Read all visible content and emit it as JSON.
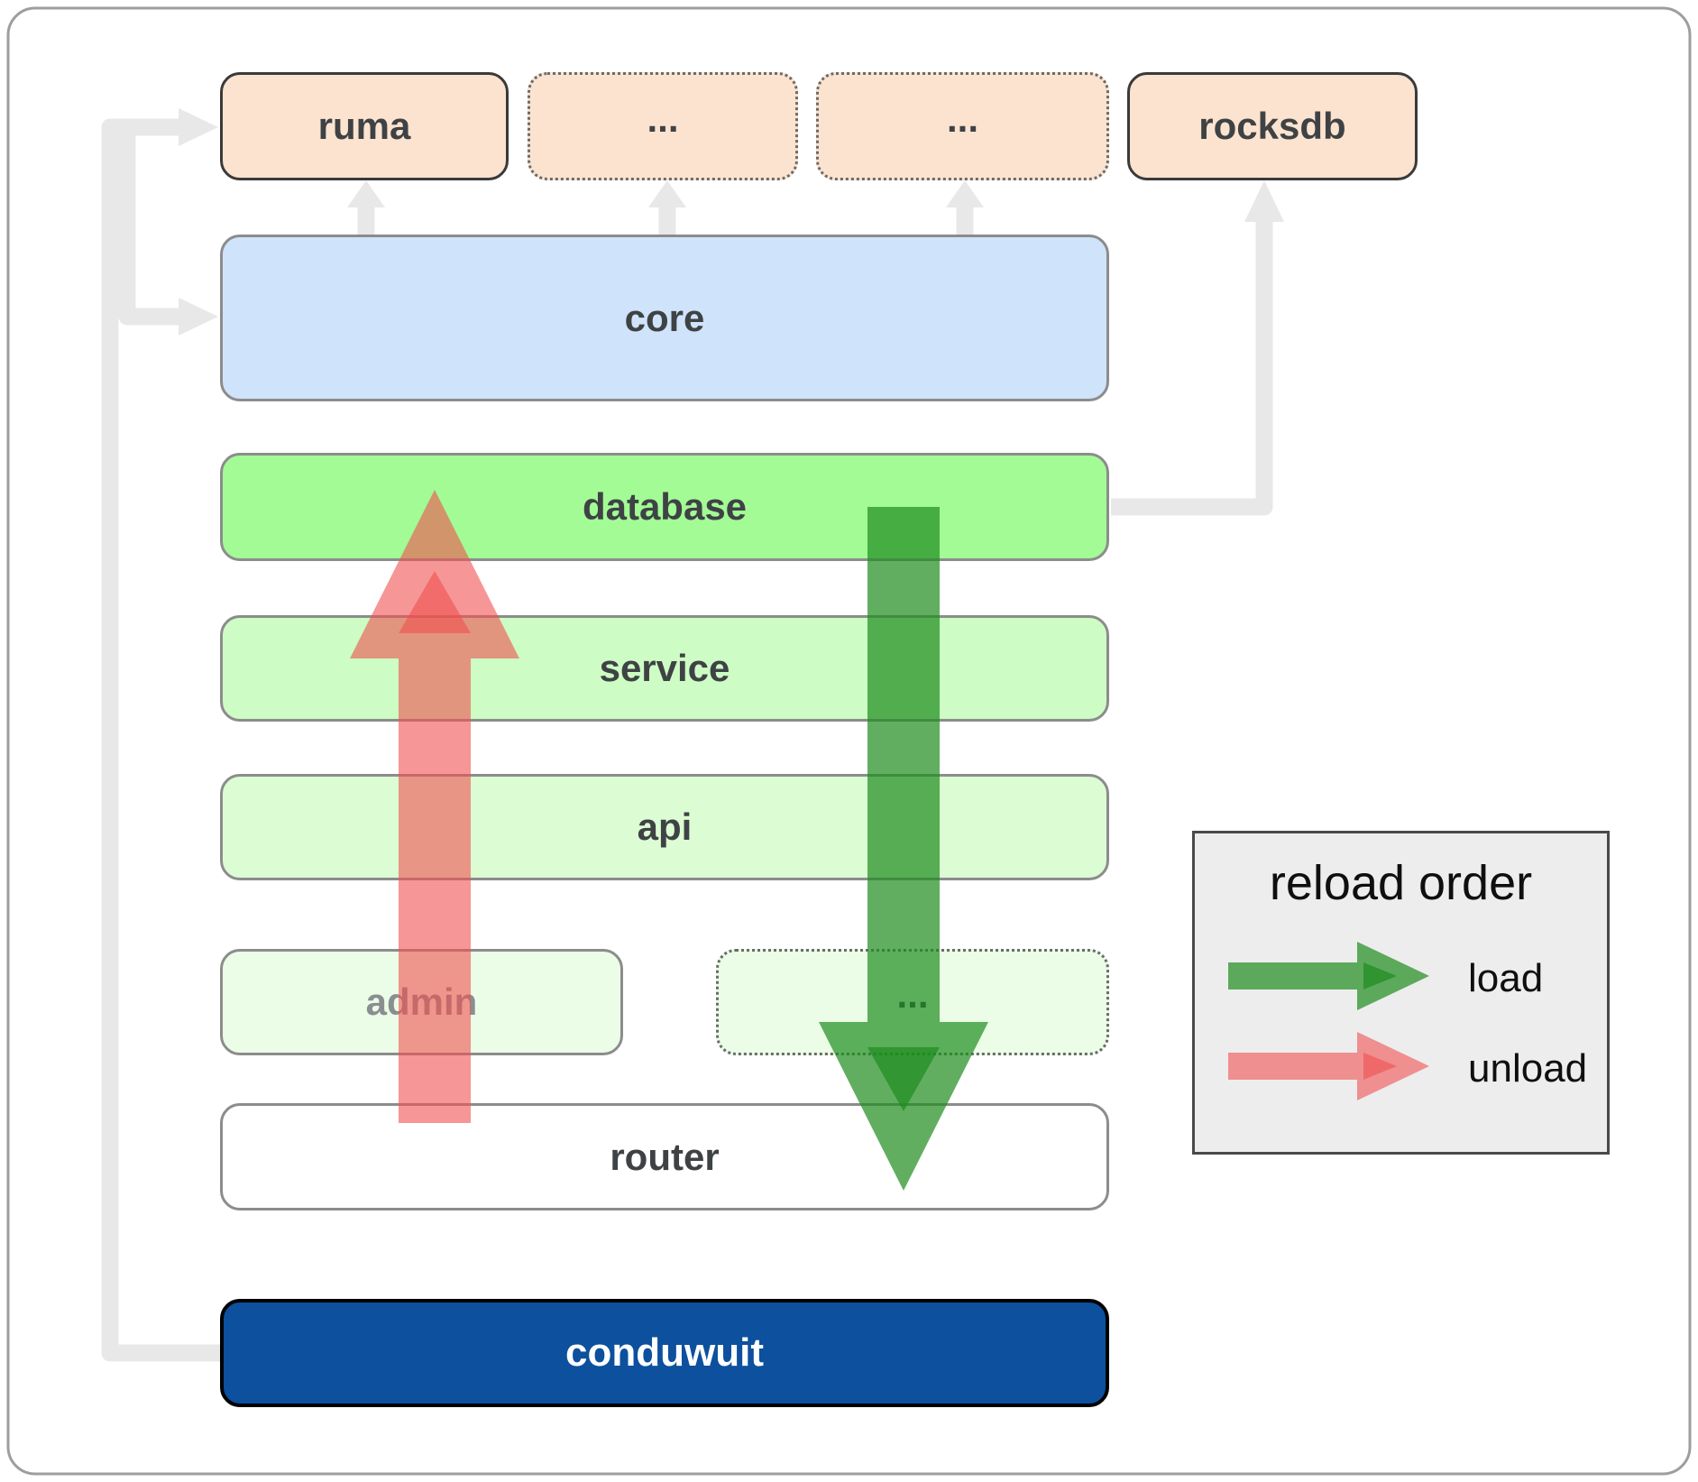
{
  "figure": {
    "background": "#ffffff",
    "border_color": "#9e9e9e",
    "connector_color": "#e8e8e8"
  },
  "boxes": [
    {
      "id": "ruma",
      "label": "ruma",
      "fill": "#fbe3cf",
      "border": "solid-dark"
    },
    {
      "id": "ellipsis-top-1",
      "label": "...",
      "fill": "#fbe3cf",
      "border": "dotted"
    },
    {
      "id": "ellipsis-top-2",
      "label": "...",
      "fill": "#fbe3cf",
      "border": "dotted"
    },
    {
      "id": "rocksdb",
      "label": "rocksdb",
      "fill": "#fbe3cf",
      "border": "solid-dark"
    },
    {
      "id": "core",
      "label": "core",
      "fill": "#cfe3fa",
      "border": "solid-gray"
    },
    {
      "id": "database",
      "label": "database",
      "fill": "#a2fb95",
      "border": "solid-gray"
    },
    {
      "id": "service",
      "label": "service",
      "fill": "#cdfcc4",
      "border": "solid-gray"
    },
    {
      "id": "api",
      "label": "api",
      "fill": "#dcfcd4",
      "border": "solid-gray"
    },
    {
      "id": "admin",
      "label": "admin",
      "fill": "#ebfde6",
      "border": "solid-gray"
    },
    {
      "id": "ellipsis-admin",
      "label": "...",
      "fill": "#ebfde6",
      "border": "dotted"
    },
    {
      "id": "router",
      "label": "router",
      "fill": "#ffffff",
      "border": "solid-gray"
    },
    {
      "id": "conduwuit",
      "label": "conduwuit",
      "fill": "#0c509e",
      "border": "solid-black",
      "text_color": "#ffffff"
    }
  ],
  "arrows": {
    "load": {
      "direction": "down",
      "from": "database",
      "to": "router",
      "color": "#1e8c1e"
    },
    "unload": {
      "direction": "up",
      "from": "router",
      "to": "database",
      "color": "#f05050"
    },
    "gray_connectors": [
      {
        "from": "conduwuit",
        "to": "ruma"
      },
      {
        "from": "conduwuit",
        "to": "core"
      },
      {
        "from": "core",
        "to": "ruma"
      },
      {
        "from": "core",
        "to": "ellipsis-top-1"
      },
      {
        "from": "core",
        "to": "ellipsis-top-2"
      },
      {
        "from": "database",
        "to": "rocksdb"
      }
    ]
  },
  "legend": {
    "title": "reload order",
    "load_label": "load",
    "unload_label": "unload",
    "load_color": "#1e8c1e",
    "unload_color": "#f05050"
  }
}
